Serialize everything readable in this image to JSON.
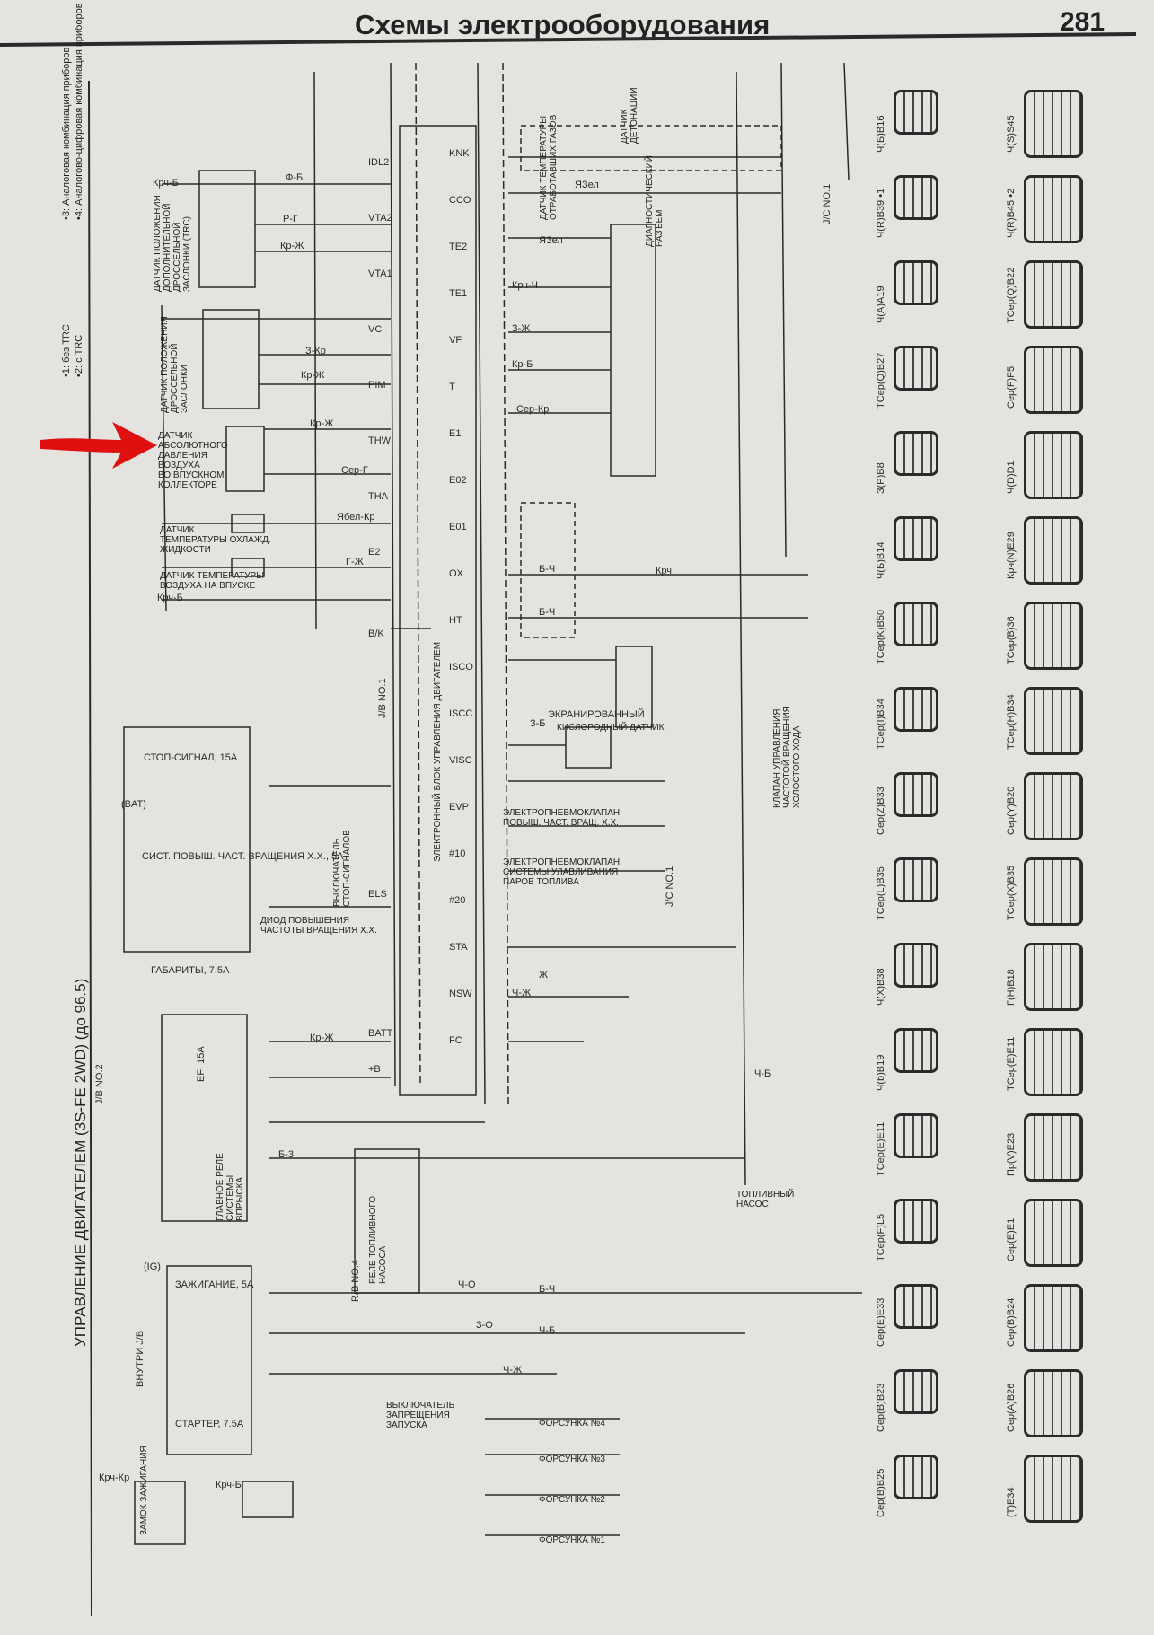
{
  "header": {
    "title": "Схемы электрооборудования",
    "page_number": "281"
  },
  "diagram_title": "УПРАВЛЕНИЕ ДВИГАТЕЛЕМ (3S-FE 2WD) (до 96.5)",
  "notes": [
    "•1: без TRC",
    "•2: с TRC",
    "•3: Аналоговая комбинация приборов",
    "•4: Аналогово-цифровая комбинация приборов"
  ],
  "sensors": [
    "ДАТЧИК ПОЛОЖЕНИЯ\nДОПОЛНИТЕЛЬНОЙ\nДРОССЕЛЬНОЙ\nЗАСЛОНКИ (TRC)",
    "ДАТЧИК ПОЛОЖЕНИЯ\nДРОССЕЛЬНОЙ\nЗАСЛОНКИ",
    "ДАТЧИК\nАБСОЛЮТНОГО\nДАВЛЕНИЯ\nВОЗДУХА\nВО ВПУСКНОМ\nКОЛЛЕКТОРЕ",
    "ДАТЧИК\nТЕМПЕРАТУРЫ ОХЛАЖД.\nЖИДКОСТИ",
    "ДАТЧИК ТЕМПЕРАТУРЫ\nВОЗДУХА НА ВПУСКЕ",
    "ДАТЧИК ТЕМПЕРАТУРЫ\nОТРАБОТАВШИХ ГАЗОВ",
    "ДАТЧИК\nДЕТОНАЦИИ",
    "ДИАГНОСТИЧЕСКИЙ\nРАЗЪЕМ",
    "КИСЛОРОДНЫЙ ДАТЧИК",
    "ЭЛЕКТРОПНЕВМОКЛАПАН\nПОВЫШ. ЧАСТ. ВРАЩ. Х.Х.",
    "ЭЛЕКТРОПНЕВМОКЛАПАН\nСИСТЕМЫ УЛАВЛИВАНИЯ\nПАРОВ ТОПЛИВА",
    "КЛАПАН УПРАВЛЕНИЯ\nЧАСТОТОЙ ВРАЩЕНИЯ\nХОЛОСТОГО ХОДА",
    "ТОПЛИВНЫЙ\nНАСОС",
    "ВЫКЛЮЧАТЕЛЬ\nЗАПРЕЩЕНИЯ\nЗАПУСКА",
    "ФОРСУНКА №4",
    "ФОРСУНКА №3",
    "ФОРСУНКА №2",
    "ФОРСУНКА №1",
    "РЕЛЕ ТОПЛИВНОГО\nНАСОСА",
    "ГЛАВНОЕ РЕЛЕ\nСИСТЕМЫ\nВПРЫСКА",
    "ВЫКЛЮЧАТЕЛЬ\nСТОП-СИГНАЛОВ",
    "ДИОД ПОВЫШЕНИЯ\nЧАСТОТЫ ВРАЩЕНИЯ Х.Х.",
    "ЭЛЕКТРОННЫЙ БЛОК УПРАВЛЕНИЯ ДВИГАТЕЛЕМ",
    "ЗАМОК ЗАЖИГАНИЯ"
  ],
  "fuses": [
    "СТОП-СИГНАЛ, 15A",
    "СИСТ. ПОВЫШ. ЧАСТ. ВРАЩЕНИЯ Х.Х., 5A",
    "ГАБАРИТЫ, 7.5A",
    "EFI 15A",
    "ЗАЖИГАНИЕ, 5A",
    "СТАРТЕР, 7.5A",
    "(BAT)",
    "(IG)"
  ],
  "blocks": [
    "J/B NO.2",
    "R/B NO.4",
    "J/B NO.1",
    "J/C NO.1",
    "J/C NO.1",
    "ВНУТРИ J/B",
    "ЭКРАНИРОВАННЫЙ"
  ],
  "ecu_pins_left": [
    "IDL2",
    "VTA2",
    "VTA1",
    "VC",
    "PIM",
    "THW",
    "THA",
    "E2",
    "B/K",
    "ELS",
    "BATT",
    "+B"
  ],
  "ecu_pins_right": [
    "KNK",
    "CCO",
    "TE2",
    "TE1",
    "VF",
    "T",
    "E1",
    "E02",
    "E01",
    "OX",
    "HT",
    "ISCO",
    "ISCC",
    "VISC",
    "EVP",
    "#10",
    "#20",
    "STA",
    "NSW",
    "FC"
  ],
  "wire_colors": [
    "Крч-Б",
    "Ф-Б",
    "Р-Г",
    "Кр-Ж",
    "З-Кр",
    "Кр-Ж",
    "Кр-Ж",
    "Сер-Г",
    "Ябел-Кр",
    "Г-Ж",
    "Крч-Б",
    "ЯЗел",
    "ЯЗел",
    "Крч-Ч",
    "З-Ж",
    "Кр-Б",
    "Сер-Кр",
    "Б-Ч",
    "Б-Ч",
    "Крч",
    "Ч-Б",
    "Ч-Ж",
    "Ж",
    "Кр-Ж",
    "Ч-О",
    "З-О",
    "Б-Ч",
    "Ч-Б",
    "Ч-Ж",
    "Крч-Кр",
    "Крч-Б",
    "Б-3",
    "З-Б"
  ],
  "connectors": [
    "Ч(Б)B16",
    "Ч(S)S45",
    "Ч(R)B39 •1",
    "Ч(R)B45 •2",
    "Ч(A)A19",
    "ТСер(Q)B22",
    "ТСер(Q)B27",
    "Сер(F)F5",
    "З(P)B8",
    "Ч(D)D1",
    "Ч(Б)B14",
    "Крч(N)E29",
    "ТСер(K)B50",
    "ТСер(B)36",
    "ТСер(I)B34",
    "ТСер(H)B34",
    "Сер(Z)B33",
    "Сер(Y)B20",
    "ТСер(L)B35",
    "ТСер(X)B35",
    "Ч(X)B38",
    "Г(H)B18",
    "Ч(b)B19",
    "ТСер(E)E11",
    "ТСер(E)E11",
    "Пр(V)E23",
    "ТСер(F)L5",
    "Сер(E)E1",
    "Сер(E)E33",
    "Сер(B)B24",
    "Сер(B)B23",
    "Сер(A)B26",
    "Сер(B)B25",
    "(T)E34"
  ],
  "colors": {
    "background": "#e4e3df",
    "ink": "#2a2a2a",
    "arrow": "#e01010"
  }
}
